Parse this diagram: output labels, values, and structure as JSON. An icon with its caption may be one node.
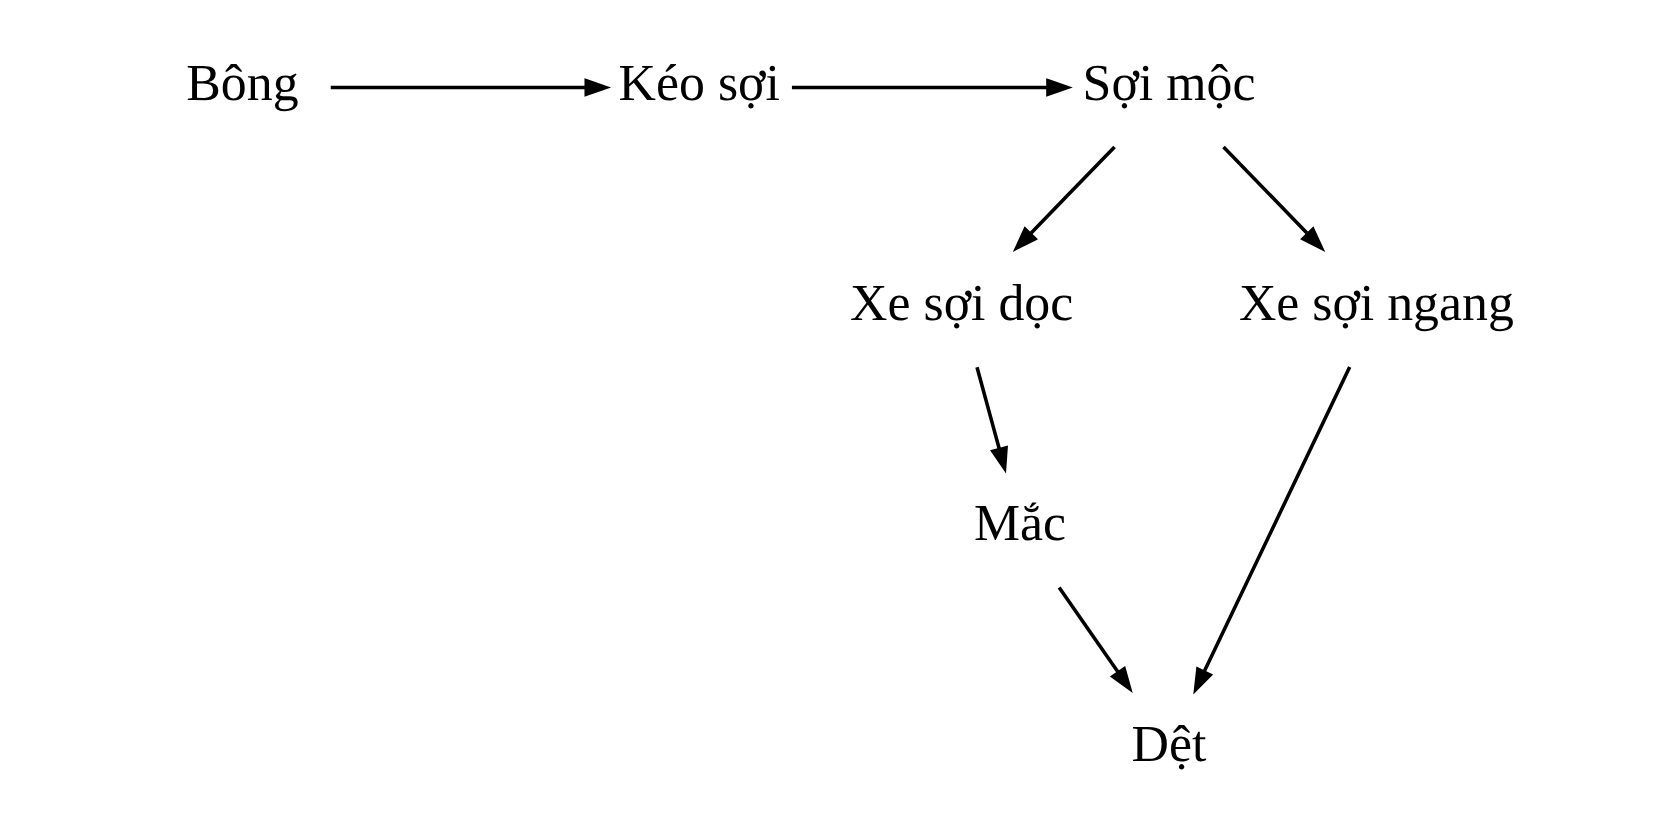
{
  "diagram": {
    "nodes": [
      {
        "text": [
          "Bông"
        ]
      },
      {
        "text": [
          "Kéo sợi"
        ]
      },
      {
        "text": [
          "Sợi mộc"
        ]
      },
      {
        "text": [
          "Xe sợi dọc"
        ]
      },
      {
        "text": [
          "Xe sợi ngang"
        ]
      },
      {
        "text": [
          "Mắc"
        ]
      },
      {
        "text": [
          "Dệt"
        ]
      }
    ],
    "edges": [
      {
        "from": 0,
        "to": 1,
        "arrow": "to"
      },
      {
        "from": 1,
        "to": 2,
        "arrow": "to"
      },
      {
        "from": 2,
        "to": 3,
        "arrow": "to"
      },
      {
        "from": 2,
        "to": 4,
        "arrow": "to"
      },
      {
        "from": 3,
        "to": 5,
        "arrow": "to"
      },
      {
        "from": 5,
        "to": 6,
        "arrow": "to"
      },
      {
        "from": 4,
        "to": 6,
        "arrow": "to"
      }
    ]
  }
}
